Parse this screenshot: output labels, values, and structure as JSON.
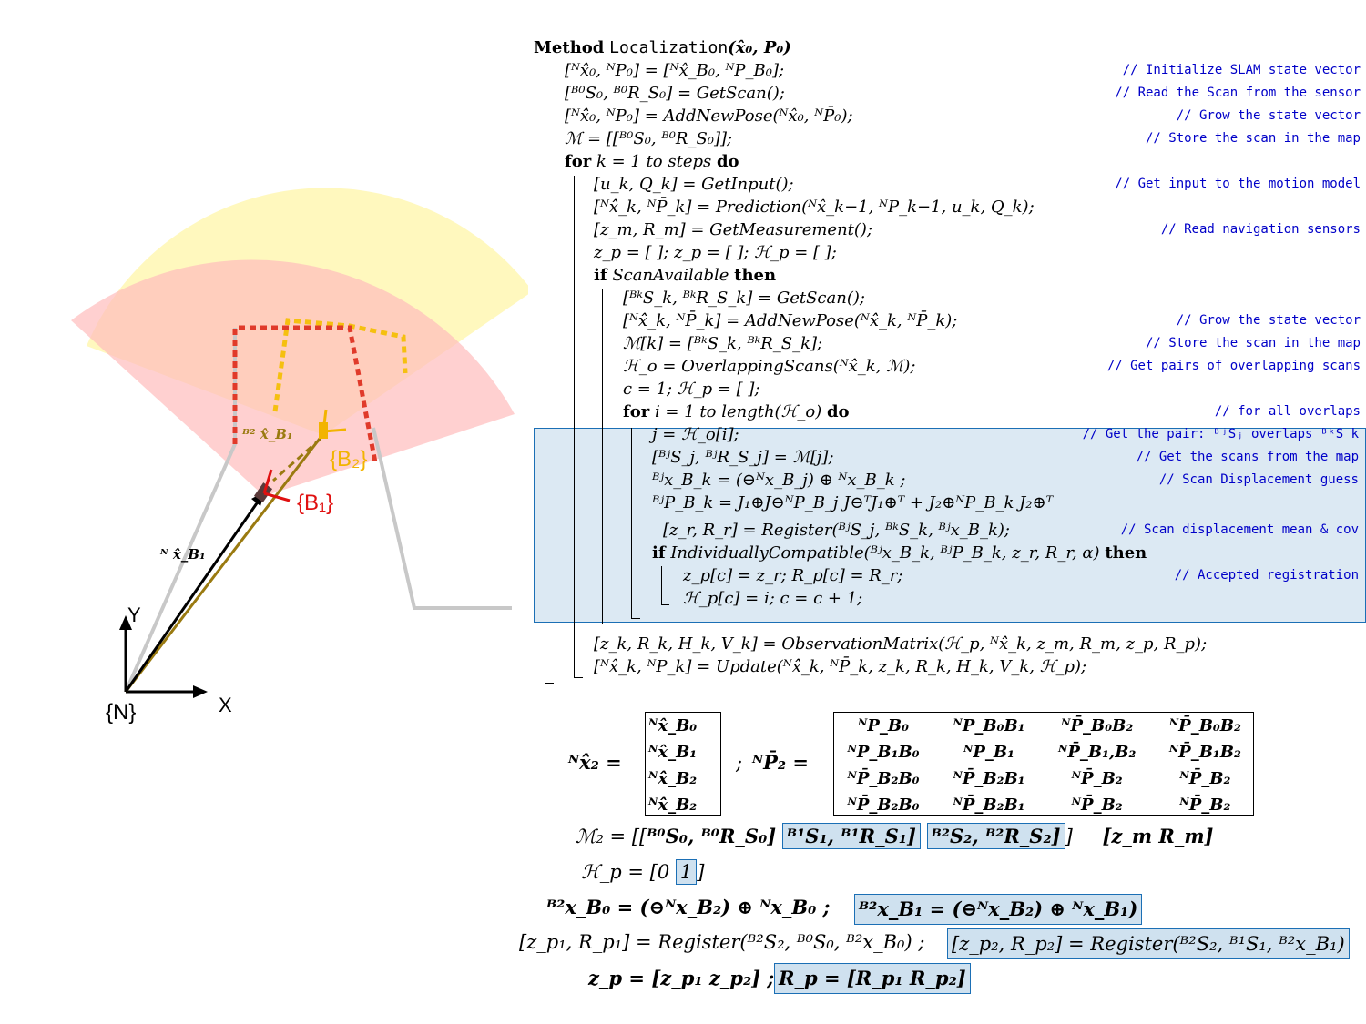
{
  "figure": {
    "frame_labels": {
      "n": "{N}",
      "b1": "{B₁}",
      "b2": "{B₂}",
      "x_axis": "X",
      "y_axis": "Y"
    },
    "vector_labels": {
      "n_xb1": "ᴺ x̂_B₁",
      "b2_xb1": "ᴮ² x̂_B₁"
    },
    "colors": {
      "fov_b1": "#ffc8c8",
      "fov_b2": "#fff6a8",
      "scan_b1": "#e03a2a",
      "scan_b2": "#f5c010",
      "b1_frame": "#e01010",
      "b2_frame": "#f2b400",
      "pose_vector": "#9a7a10",
      "trajectory": "#c8c8c8"
    }
  },
  "algorithm": {
    "header": {
      "keyword": "Method",
      "name": "Localization",
      "args": "(x̂₀, P₀)"
    },
    "lines": [
      {
        "code": "[ᴺx̂₀, ᴺP₀] = [ᴺx̂_B₀, ᴺP_B₀];",
        "comment": "// Initialize SLAM state vector"
      },
      {
        "code": "[ᴮ⁰S₀, ᴮ⁰R_S₀] = GetScan();",
        "comment": "// Read the Scan from the sensor"
      },
      {
        "code": "[ᴺx̂̂₀, ᴺP₀] = AddNewPose(ᴺx̂₀, ᴺP̄₀);",
        "comment": "// Grow the state vector"
      },
      {
        "code": "ℳ = [[ᴮ⁰S₀, ᴮ⁰R_S₀]];",
        "comment": "// Store the scan in the map"
      },
      {
        "kw": "for",
        "code": " k = 1 to steps ",
        "kw2": "do",
        "comment": ""
      },
      {
        "code": "[u_k, Q_k] = GetInput();",
        "comment": "// Get input to the motion model"
      },
      {
        "code": "[ᴺx̂̂_k, ᴺP̄_k] = Prediction(ᴺx̂_k−1, ᴺP_k−1, u_k, Q_k);",
        "comment": ""
      },
      {
        "code": "[z_m, R_m] = GetMeasurement();",
        "comment": "// Read navigation sensors"
      },
      {
        "code": "z_p = [ ]; z_p = [ ]; ℋ_p = [ ];",
        "comment": ""
      },
      {
        "kw": "if",
        "code": " ScanAvailable ",
        "kw2": "then",
        "comment": ""
      },
      {
        "code": "[ᴮᵏS_k, ᴮᵏR_S_k] = GetScan();",
        "comment": ""
      },
      {
        "code": "[ᴺx̂̂_k, ᴺP̄_k] = AddNewPose(ᴺx̂̂_k, ᴺP̄_k);",
        "comment": "// Grow the state vector"
      },
      {
        "code": "ℳ[k] = [ᴮᵏS_k, ᴮᵏR_S_k];",
        "comment": "// Store the scan in the map"
      },
      {
        "code": "ℋ_o = OverlappingScans(ᴺx̂̂_k, ℳ);",
        "comment": "// Get pairs of overlapping scans"
      },
      {
        "code": "c = 1; ℋ_p = [ ];",
        "comment": ""
      },
      {
        "kw": "for",
        "code": " i = 1 to length(ℋ_o) ",
        "kw2": "do",
        "comment": "// for all overlaps"
      },
      {
        "code": "j = ℋ_o[i];",
        "comment": "// Get the pair:  ᴮʲSⱼ overlaps ᴮᵏS_k"
      },
      {
        "code": "[ᴮʲS_j, ᴮʲR_S_j] = ℳ[j];",
        "comment": "// Get the scans from the map"
      },
      {
        "code": "ᴮʲx_B_k = (⊖ᴺx_B_j) ⊕ ᴺx_B_k ;",
        "comment": "// Scan Displacement guess"
      },
      {
        "code": "ᴮʲP_B_k = J₁⊕J⊖ᴺP_B_j J⊖ᵀJ₁⊕ᵀ + J₂⊕ᴺP_B_k J₂⊕ᵀ",
        "comment": ""
      },
      {
        "code": "[z_r, R_r] = Register(ᴮʲS_j, ᴮᵏS_k, ᴮʲx_B_k);",
        "comment": "// Scan displacement mean & cov"
      },
      {
        "kw": "if",
        "code": " IndividuallyCompatible(ᴮʲx_B_k, ᴮʲP_B_k, z_r, R_r, α) ",
        "kw2": "then",
        "comment": ""
      },
      {
        "code": "z_p[c] = z_r;  R_p[c] = R_r;",
        "comment": "// Accepted registration"
      },
      {
        "code": "ℋ_p[c] = i; c = c + 1;",
        "comment": ""
      },
      {
        "code": "",
        "comment": ""
      },
      {
        "code": "[z_k, R_k, H_k, V_k] = ObservationMatrix(ℋ_p, ᴺx̂̂_k, z_m, R_m, z_p, R_p);",
        "comment": ""
      },
      {
        "code": "[ᴺx̂_k, ᴺP_k] = Update(ᴺx̂̂_k, ᴺP̄_k, z_k, R_k, H_k, V_k, ℋ_p);",
        "comment": ""
      }
    ]
  },
  "equations": {
    "state_lhs": "ᴺx̂̂₂ =",
    "state_entries": [
      "ᴺx̂_B₀",
      "ᴺx̂_B₁",
      "ᴺx̂̂_B₂",
      "ᴺx̂̂_B₂"
    ],
    "sep1": ";",
    "cov_lhs": "ᴺP̄₂ =",
    "cov_rows": [
      [
        "ᴺP_B₀",
        "ᴺP_B₀B₁",
        "ᴺP̄_B₀B₂",
        "ᴺP̄_B₀B₂"
      ],
      [
        "ᴺP_B₁B₀",
        "ᴺP_B₁",
        "ᴺP̄_B₁,B₂",
        "ᴺP̄_B₁B₂"
      ],
      [
        "ᴺP̄_B₂B₀",
        "ᴺP̄_B₂B₁",
        "ᴺP̄_B₂",
        "ᴺP̄_B₂"
      ],
      [
        "ᴺP̄_B₂B₀",
        "ᴺP̄_B₂B₁",
        "ᴺP̄_B₂",
        "ᴺP̄_B₂"
      ]
    ],
    "map_lhs": "ℳ₂ = [[",
    "map_s0": "ᴮ⁰S₀, ᴮ⁰R_S₀]",
    "map_s1": "ᴮ¹S₁, ᴮ¹R_S₁]",
    "map_s2": "ᴮ²S₂, ᴮ²R_S₂]",
    "map_close": "]",
    "map_nav": "[z_m   R_m]",
    "hp_lhs": "ℋ_p = [0",
    "hp_box": "1",
    "hp_close": "]",
    "disp0": "ᴮ²x_B₀ = (⊖ᴺx_B₂) ⊕ ᴺx_B₀ ;",
    "disp1": "ᴮ²x_B₁ = (⊖ᴺx_B₂) ⊕ ᴺx_B₁)",
    "reg0": "[z_p₁, R_p₁] = Register(ᴮ²S₂, ᴮ⁰S₀, ᴮ²x_B₀) ;",
    "reg1": "[z_p₂, R_p₂] = Register(ᴮ²S₂, ᴮ¹S₁, ᴮ²x_B₁)",
    "zp": "z_p = [z_p₁   z_p₂]  ;",
    "rp": "R_p = [R_p₁   R_p₂]"
  }
}
